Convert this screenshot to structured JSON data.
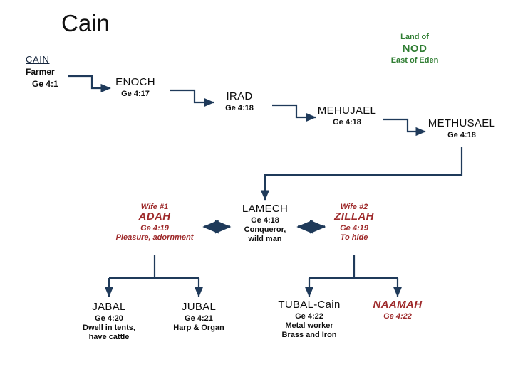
{
  "title": "Cain",
  "colors": {
    "line": "#1f3a5a",
    "male_text": "#0d0d0d",
    "female_text": "#9e2a2b",
    "place_text": "#2f7d32",
    "root_name": "#15253c"
  },
  "place_label": {
    "line1": "Land of",
    "line2": "NOD",
    "line3": "East of Eden"
  },
  "nodes": {
    "cain": {
      "name": "CAIN",
      "desc": "Farmer",
      "ref": "Ge 4:1"
    },
    "enoch": {
      "name": "ENOCH",
      "ref": "Ge 4:17"
    },
    "irad": {
      "name": "IRAD",
      "ref": "Ge 4:18"
    },
    "mehujael": {
      "name": "MEHUJAEL",
      "ref": "Ge 4:18"
    },
    "methusael": {
      "name": "METHUSAEL",
      "ref": "Ge 4:18"
    },
    "lamech": {
      "name": "LAMECH",
      "ref": "Ge 4:18",
      "desc1": "Conqueror,",
      "desc2": "wild man"
    },
    "adah": {
      "tag": "Wife #1",
      "name": "ADAH",
      "ref": "Ge 4:19",
      "desc": "Pleasure, adornment"
    },
    "zillah": {
      "tag": "Wife #2",
      "name": "ZILLAH",
      "ref": "Ge 4:19",
      "desc": "To hide"
    },
    "jabal": {
      "name": "JABAL",
      "ref": "Ge 4:20",
      "desc1": "Dwell in tents,",
      "desc2": "have cattle"
    },
    "jubal": {
      "name": "JUBAL",
      "ref": "Ge 4:21",
      "desc1": "Harp & Organ"
    },
    "tubalcain": {
      "name": "TUBAL-Cain",
      "ref": "Ge 4:22",
      "desc1": "Metal worker",
      "desc2": "Brass and Iron"
    },
    "naamah": {
      "name": "NAAMAH",
      "ref": "Ge 4:22"
    }
  }
}
